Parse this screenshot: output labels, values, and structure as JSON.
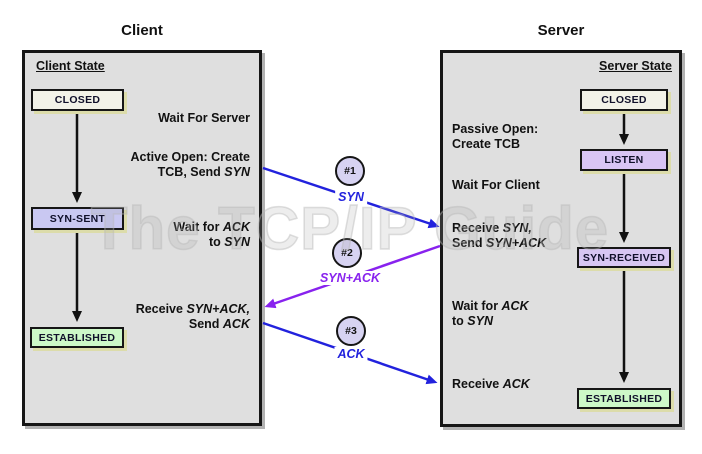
{
  "watermark": "The TCP/IP Guide",
  "client": {
    "title": "Client",
    "state_heading": "Client State",
    "states": [
      {
        "label": "CLOSED"
      },
      {
        "label": "SYN-SENT"
      },
      {
        "label": "ESTABLISHED"
      }
    ],
    "annotations": [
      {
        "lines": [
          [
            {
              "t": "Wait For Server"
            }
          ]
        ]
      },
      {
        "lines": [
          [
            {
              "t": "Active Open: Create"
            }
          ],
          [
            {
              "t": "TCB, Send "
            },
            {
              "t": "SYN",
              "i": true
            }
          ]
        ]
      },
      {
        "lines": [
          [
            {
              "t": "Wait for "
            },
            {
              "t": "ACK",
              "i": true
            }
          ],
          [
            {
              "t": "to "
            },
            {
              "t": "SYN",
              "i": true
            }
          ]
        ]
      },
      {
        "lines": [
          [
            {
              "t": "Receive "
            },
            {
              "t": "SYN+ACK,",
              "i": true
            }
          ],
          [
            {
              "t": "Send "
            },
            {
              "t": "ACK",
              "i": true
            }
          ]
        ]
      }
    ]
  },
  "server": {
    "title": "Server",
    "state_heading": "Server State",
    "states": [
      {
        "label": "CLOSED"
      },
      {
        "label": "LISTEN"
      },
      {
        "label": "SYN-RECEIVED"
      },
      {
        "label": "ESTABLISHED"
      }
    ],
    "annotations": [
      {
        "lines": [
          [
            {
              "t": "Passive Open:"
            }
          ],
          [
            {
              "t": "Create TCB"
            }
          ]
        ]
      },
      {
        "lines": [
          [
            {
              "t": "Wait For Client"
            }
          ]
        ]
      },
      {
        "lines": [
          [
            {
              "t": "Receive "
            },
            {
              "t": "SYN,",
              "i": true
            }
          ],
          [
            {
              "t": "Send "
            },
            {
              "t": "SYN+ACK",
              "i": true
            }
          ]
        ]
      },
      {
        "lines": [
          [
            {
              "t": "Wait for "
            },
            {
              "t": "ACK",
              "i": true
            }
          ],
          [
            {
              "t": "to "
            },
            {
              "t": "SYN",
              "i": true
            }
          ]
        ]
      },
      {
        "lines": [
          [
            {
              "t": "Receive "
            },
            {
              "t": "ACK",
              "i": true
            }
          ]
        ]
      }
    ]
  },
  "messages": [
    {
      "id": "#1",
      "label": "SYN",
      "direction": "client-to-server"
    },
    {
      "id": "#2",
      "label": "SYN+ACK",
      "direction": "server-to-client"
    },
    {
      "id": "#3",
      "label": "ACK",
      "direction": "client-to-server"
    }
  ],
  "colors": {
    "panel-bg": "#dfdfdf",
    "state-closed": "#f2f2e8",
    "state-syn-sent": "#c9c8f2",
    "state-listen": "#d9c5f4",
    "state-syn-received": "#d7c6f2",
    "state-established": "#cdf8c8",
    "circle-fill": "#d7d3f2",
    "msg-blue": "#2222dd",
    "msg-purple": "#8822ee",
    "shadow-khaki": "#dcdcaa"
  }
}
